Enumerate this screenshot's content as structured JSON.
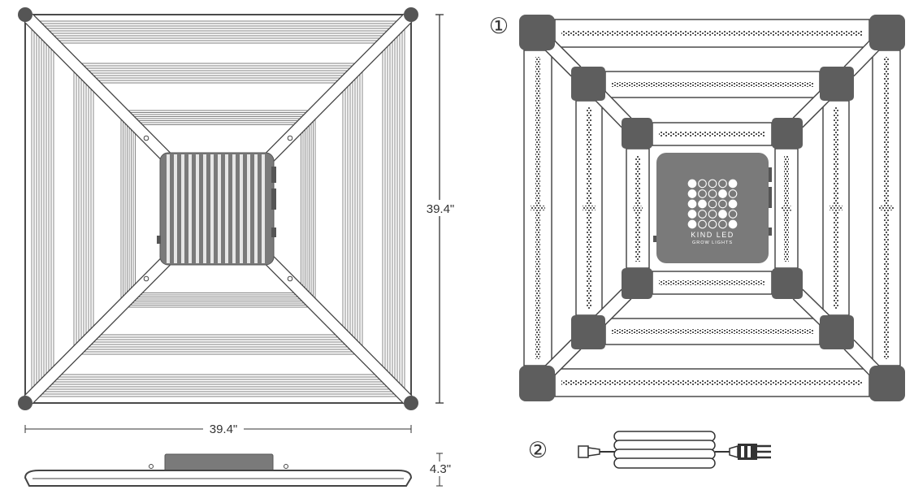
{
  "dimensions": {
    "height": "39.4\"",
    "width": "39.4\"",
    "depth": "4.3\""
  },
  "callouts": {
    "one": "①",
    "two": "②"
  },
  "logo": {
    "line1": "KIND LED",
    "line2": "GROW LIGHTS"
  },
  "colors": {
    "outline": "#4a4a4a",
    "corner_dark": "#5e5e5e",
    "module_gray": "#7a7a7a",
    "white": "#ffffff"
  }
}
